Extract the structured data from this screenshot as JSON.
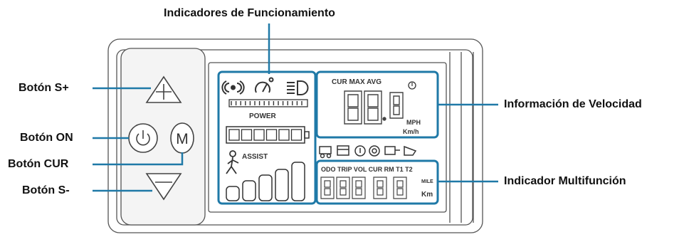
{
  "callouts": {
    "indicators": "Indicadores de Funcionamiento",
    "speed_info": "Información de Velocidad",
    "multifunction": "Indicador Multifunción",
    "button_splus": "Botón S+",
    "button_on": "Botón ON",
    "button_cur": "Botón CUR",
    "button_sminus": "Botón S-"
  },
  "buttons": {
    "mode_letter": "M"
  },
  "lcd": {
    "power_label": "POWER",
    "assist_label": "ASSIST",
    "speed_modes": "CUR MAX AVG",
    "speed_unit_mph": "MPH",
    "speed_unit_kmh": "Km/h",
    "multi_modes": "ODO TRIP VOL CUR RM T1 T2",
    "multi_unit_mile": "MILE",
    "multi_unit_km": "Km"
  },
  "colors": {
    "callout_line": "#1f79a7",
    "lcd_highlight": "#1f79a7",
    "device_outline": "#555555"
  }
}
